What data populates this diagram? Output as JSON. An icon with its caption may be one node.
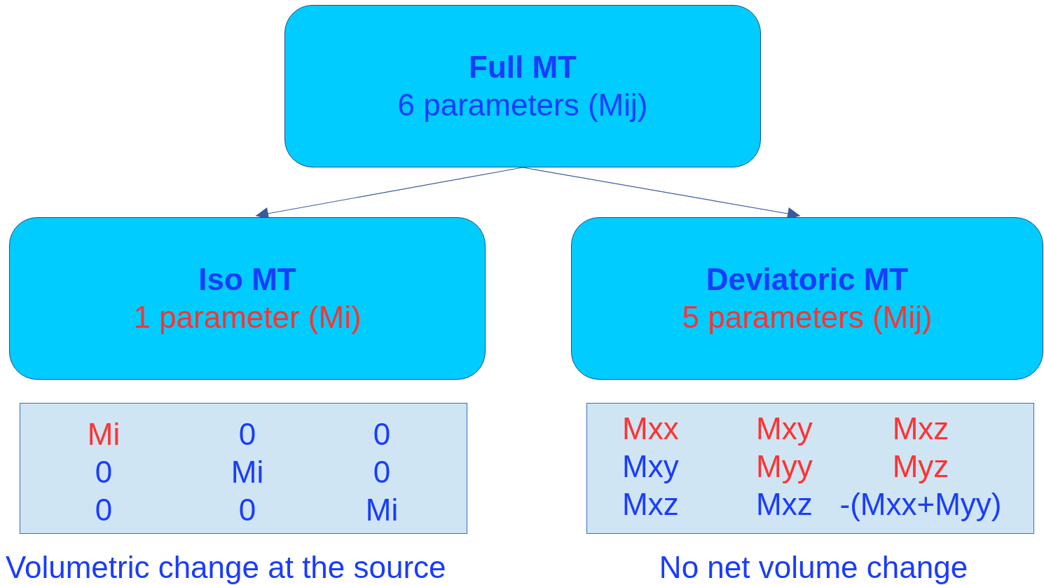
{
  "diagram": {
    "nodes": [
      {
        "text": [
          "Full MT",
          "6 parameters (Mij)"
        ]
      },
      {
        "text": [
          "Iso MT",
          "1 parameter (Mi)"
        ]
      },
      {
        "text": [
          "Deviatoric MT",
          "5 parameters (Mij)"
        ]
      },
      {
        "text": [
          "Mi",
          "0",
          "0",
          "0",
          "Mi",
          "0",
          "0",
          "0",
          "Mi"
        ],
        "beside": [
          "Volumetric change at the source"
        ]
      },
      {
        "text": [
          "Mxx",
          "Mxy",
          "Mxz",
          "Mxy",
          "Myy",
          "Myz",
          "Mxz",
          "Mxz",
          "-(Mxx+Myy)"
        ],
        "beside": [
          "No net volume change"
        ]
      }
    ],
    "edges": [
      {
        "from": 0,
        "to": 1,
        "arrow": "to"
      },
      {
        "from": 0,
        "to": 2,
        "arrow": "to"
      }
    ]
  }
}
